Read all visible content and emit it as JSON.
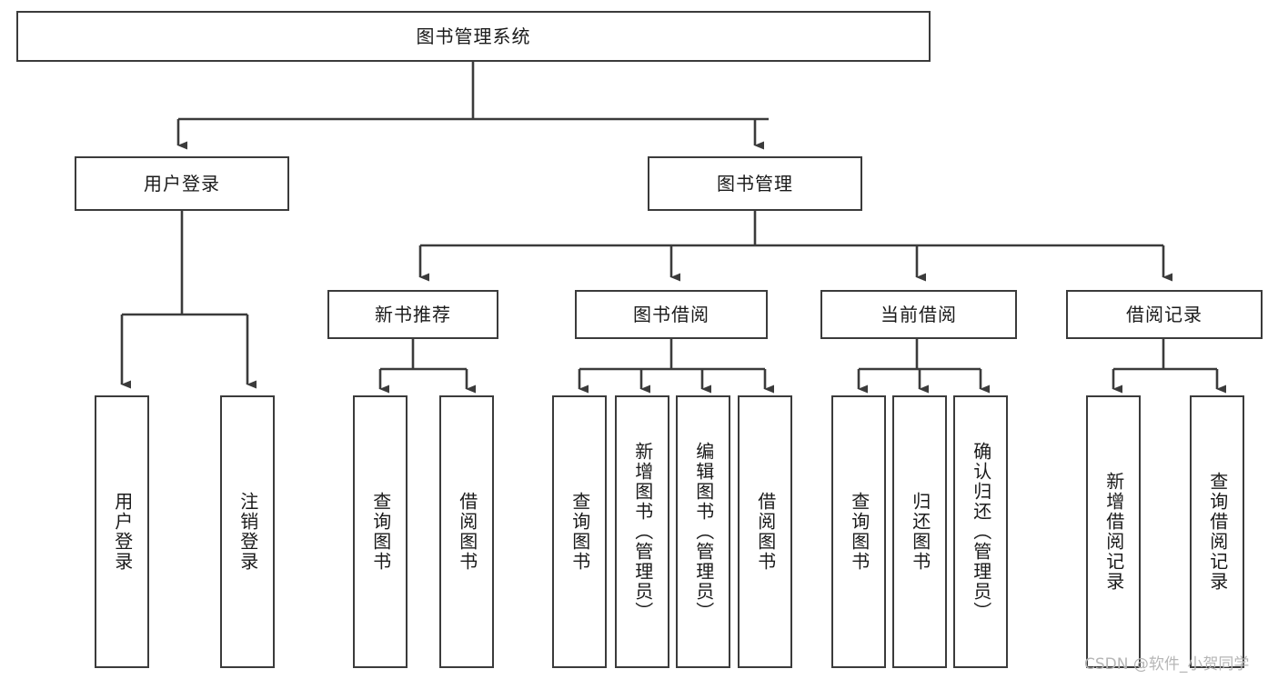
{
  "diagram": {
    "title": "图书管理系统",
    "type": "tree-hierarchy-diagram",
    "orientation": "top-down",
    "colors": {
      "box_border": "#3b3b3b",
      "box_fill": "#ffffff",
      "connector": "#3b3b3b",
      "text": "#1a1a1a",
      "watermark": "#b6b6b6",
      "background": "#ffffff"
    },
    "root": {
      "label": "图书管理系统"
    },
    "level2": [
      {
        "label": "用户登录"
      },
      {
        "label": "图书管理"
      }
    ],
    "level3": [
      {
        "label": "新书推荐"
      },
      {
        "label": "图书借阅"
      },
      {
        "label": "当前借阅"
      },
      {
        "label": "借阅记录"
      }
    ],
    "leaves": {
      "user_login": [
        {
          "label": "用户登录"
        },
        {
          "label": "注销登录"
        }
      ],
      "new_book_recommend": [
        {
          "label": "查询图书"
        },
        {
          "label": "借阅图书"
        }
      ],
      "book_borrow": [
        {
          "label": "查询图书"
        },
        {
          "label": "新增图书（管理员）"
        },
        {
          "label": "编辑图书（管理员）"
        },
        {
          "label": "借阅图书"
        }
      ],
      "current_borrow": [
        {
          "label": "查询图书"
        },
        {
          "label": "归还图书"
        },
        {
          "label": "确认归还（管理员）"
        }
      ],
      "borrow_records": [
        {
          "label": "新增借阅记录"
        },
        {
          "label": "查询借阅记录"
        }
      ]
    }
  },
  "watermark": {
    "text": "CSDN @软件_小贺同学"
  }
}
